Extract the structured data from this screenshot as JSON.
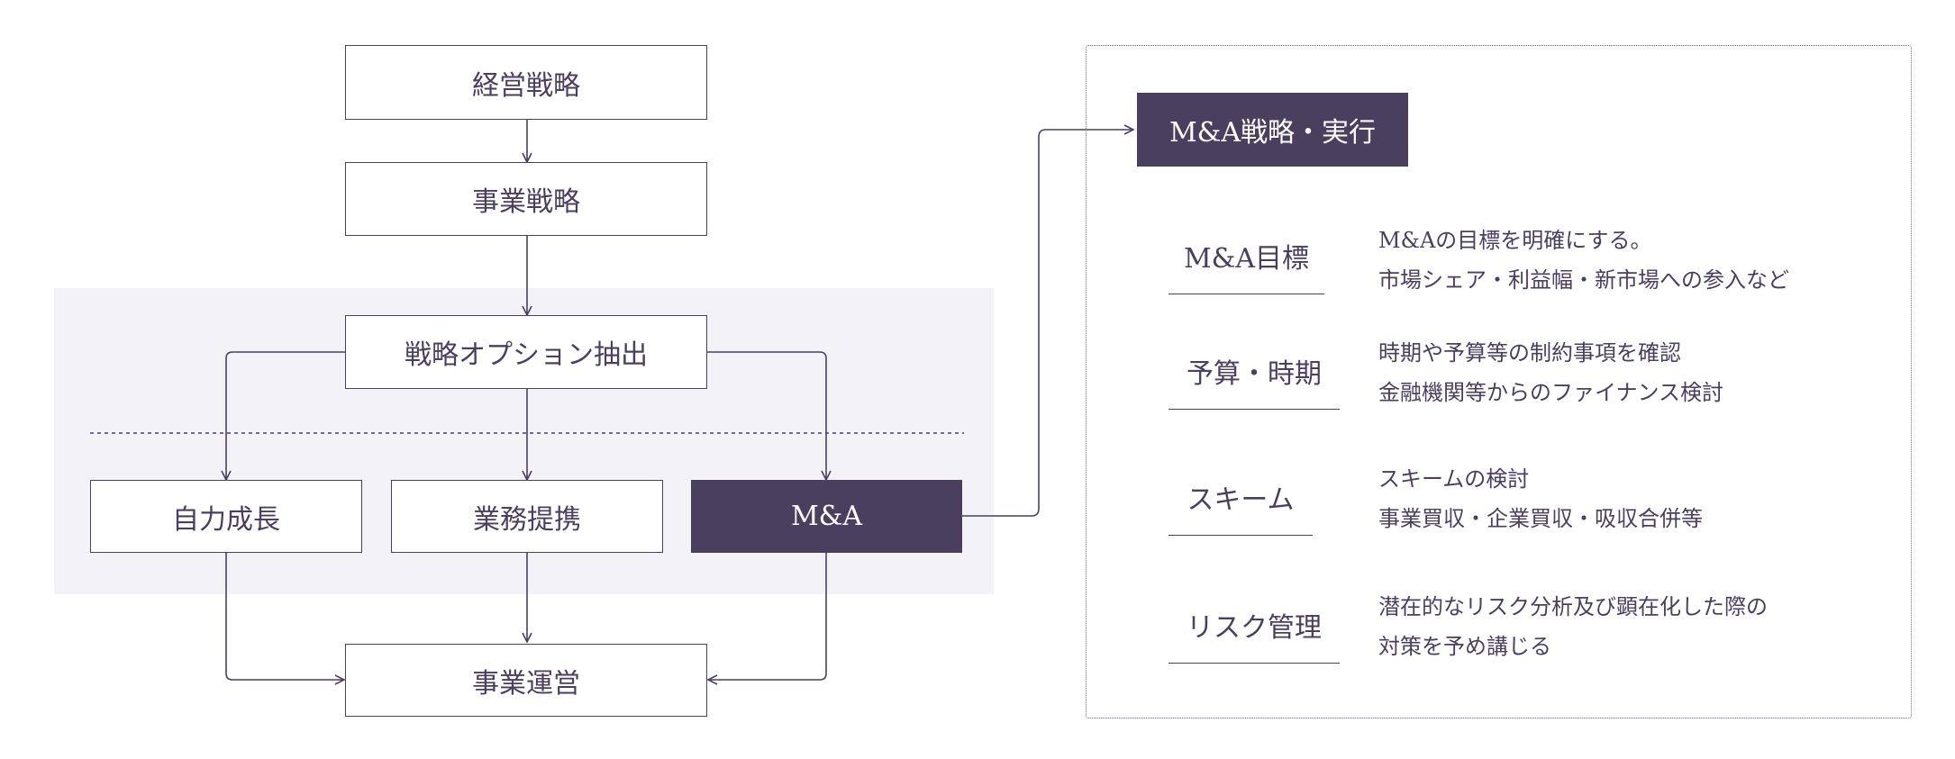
{
  "flow": {
    "strategy": "経営戦略",
    "business_strategy": "事業戦略",
    "option_extraction": "戦略オプション抽出",
    "organic_growth": "自力成長",
    "alliance": "業務提携",
    "ma": "M&A",
    "operations": "事業運営"
  },
  "panel": {
    "title": "M&A戦略・実行",
    "items": [
      {
        "label": "M&A目標",
        "lines": [
          "M&Aの目標を明確にする。",
          "市場シェア・利益幅・新市場への参入など"
        ]
      },
      {
        "label": "予算・時期",
        "lines": [
          "時期や予算等の制約事項を確認",
          "金融機関等からのファイナンス検討"
        ]
      },
      {
        "label": "スキーム",
        "lines": [
          "スキームの検討",
          "事業買収・企業買収・吸収合併等"
        ]
      },
      {
        "label": "リスク管理",
        "lines": [
          "潜在的なリスク分析及び顕在化した際の",
          "対策を予め講じる"
        ]
      }
    ]
  },
  "colors": {
    "primary": "#4a3f5e",
    "shade": "#f3f2f6"
  }
}
